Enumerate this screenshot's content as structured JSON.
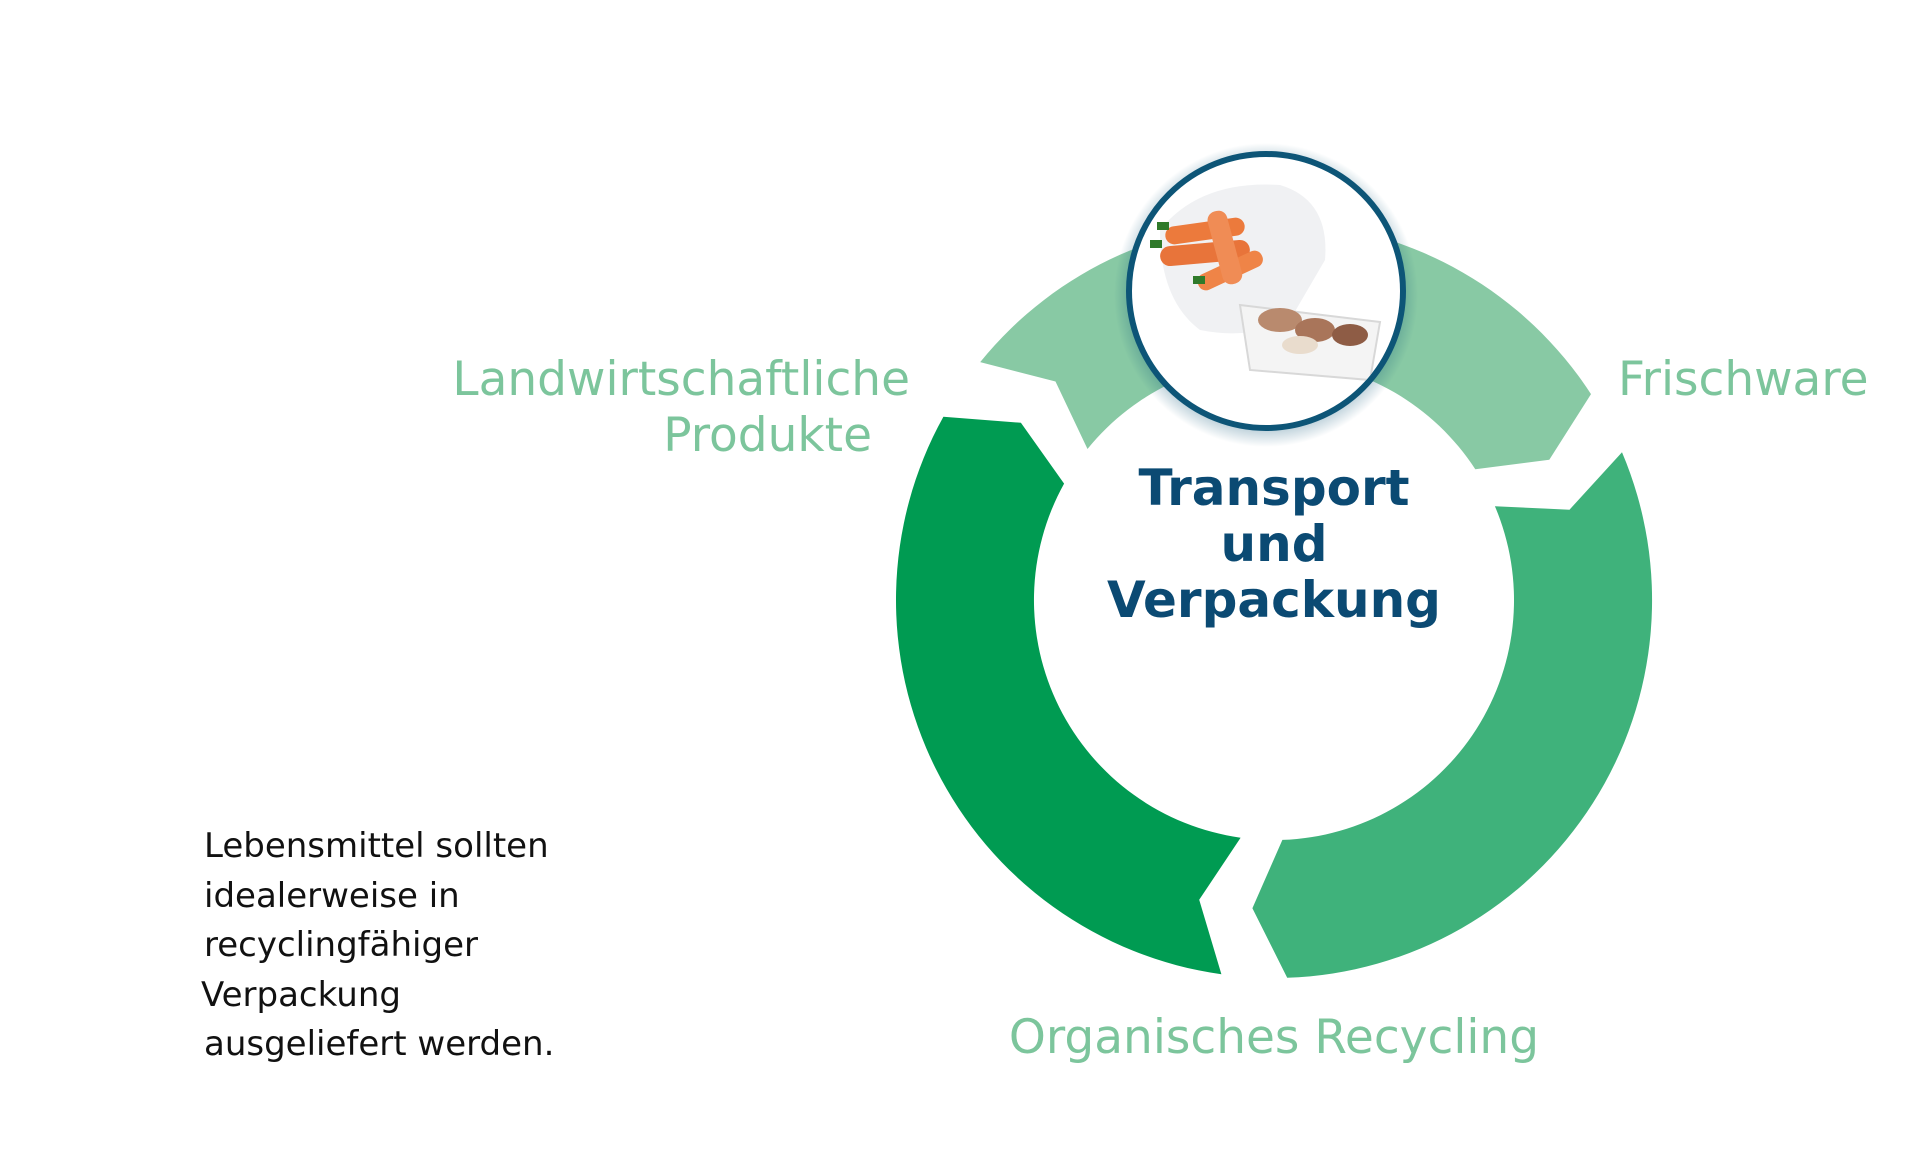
{
  "diagram": {
    "center_title": [
      "Transport",
      "und",
      "Verpackung"
    ],
    "stages": [
      {
        "label": [
          "Landwirtschaftliche",
          "Produkte"
        ],
        "color": "#88c9a4"
      },
      {
        "label": [
          "Frischware"
        ],
        "color": "#3fb27b"
      },
      {
        "label": [
          "Organisches Recycling"
        ],
        "color": "#009b52"
      }
    ],
    "center_image": "packaged-vegetables-photo",
    "accent_color": "#0b4a73"
  },
  "note": [
    "Lebensmittel sollten",
    "idealerweise in",
    "recyclingfähiger",
    "Verpackung",
    "ausgeliefert werden."
  ]
}
